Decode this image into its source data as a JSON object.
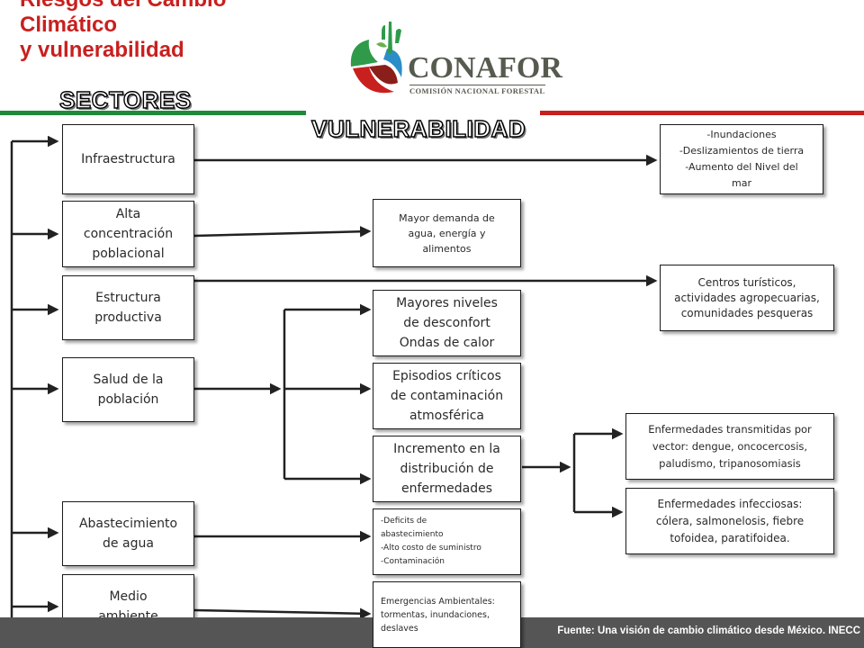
{
  "title": {
    "line1": "Riesgos del Cambio",
    "line2": "Climático",
    "line3": "y vulnerabilidad"
  },
  "logo": {
    "name": "CONAFOR",
    "subtitle": "COMISIÓN NACIONAL FORESTAL"
  },
  "headings": {
    "sectores": "SECTORES",
    "vulnerabilidad": "VULNERABILIDAD"
  },
  "sectors": {
    "infraestructura": [
      "Infraestructura"
    ],
    "alta": [
      "Alta",
      "concentración",
      "poblacional"
    ],
    "estructura": [
      "Estructura",
      "productiva"
    ],
    "salud": [
      "Salud de la",
      "población"
    ],
    "agua": [
      "Abastecimiento",
      "de agua"
    ],
    "medio": [
      "Medio",
      "ambiente"
    ]
  },
  "vulnerabilities": {
    "inundaciones": [
      "-Inundaciones",
      "-Deslizamientos de tierra",
      "-Aumento del Nivel del",
      "mar"
    ],
    "demanda": [
      "Mayor demanda de",
      "agua, energía y",
      "alimentos"
    ],
    "turisticos": [
      "Centros turísticos,",
      "actividades agropecuarias,",
      "comunidades pesqueras"
    ],
    "desconfort": [
      "Mayores niveles",
      "de desconfort",
      "Ondas de calor"
    ],
    "contaminacion": [
      "Episodios críticos",
      "de contaminación",
      "atmosférica"
    ],
    "incremento": [
      "Incremento en la",
      "distribución de",
      "enfermedades"
    ],
    "vector": [
      "Enfermedades transmitidas  por",
      "vector: dengue, oncocercosis,",
      "paludismo, tripanosomiasis"
    ],
    "infecciosas": [
      "Enfermedades infecciosas:",
      "cólera, salmonelosis, fiebre",
      "tofoidea, paratifoidea."
    ],
    "deficits": [
      "-Deficits de",
      "abastecimiento",
      "-Alto costo de suministro",
      "-Contaminación"
    ],
    "emergencias": [
      "Emergencias Ambientales:",
      "tormentas, inundaciones,",
      "deslaves"
    ]
  },
  "footer": {
    "source": "Fuente: Una visión de cambio climático desde México. INECC"
  },
  "colors": {
    "title": "#c8201e",
    "stripe_green": "#1f8a3b",
    "stripe_red": "#c8201e",
    "footer_bg": "#555555"
  }
}
